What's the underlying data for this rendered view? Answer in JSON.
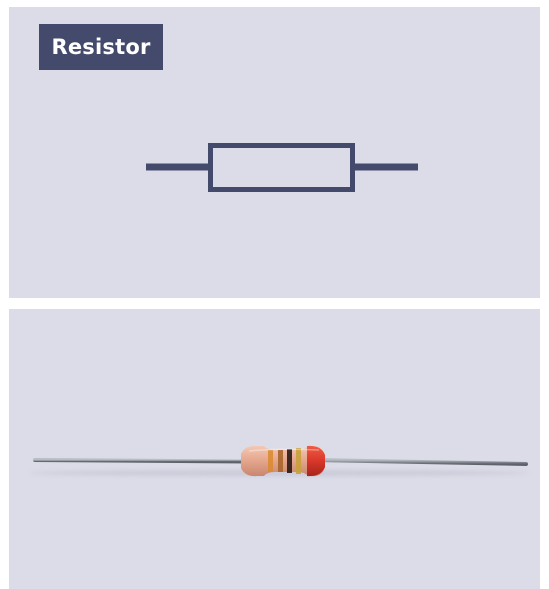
{
  "title": "Resistor",
  "colors": {
    "panel_background": "#dcdce8",
    "badge_background": "#444a6b",
    "badge_text": "#ffffff",
    "symbol_stroke": "#444a6b",
    "wire": "#8b8f98",
    "resistor_body": "#e8b09a",
    "bands": [
      "#d98a2e",
      "#a8642a",
      "#2a1a14",
      "#c8a23a",
      "#d83a2a"
    ]
  },
  "symbol": {
    "type": "resistor-schematic-symbol"
  },
  "photo": {
    "subject": "through-hole-resistor"
  }
}
